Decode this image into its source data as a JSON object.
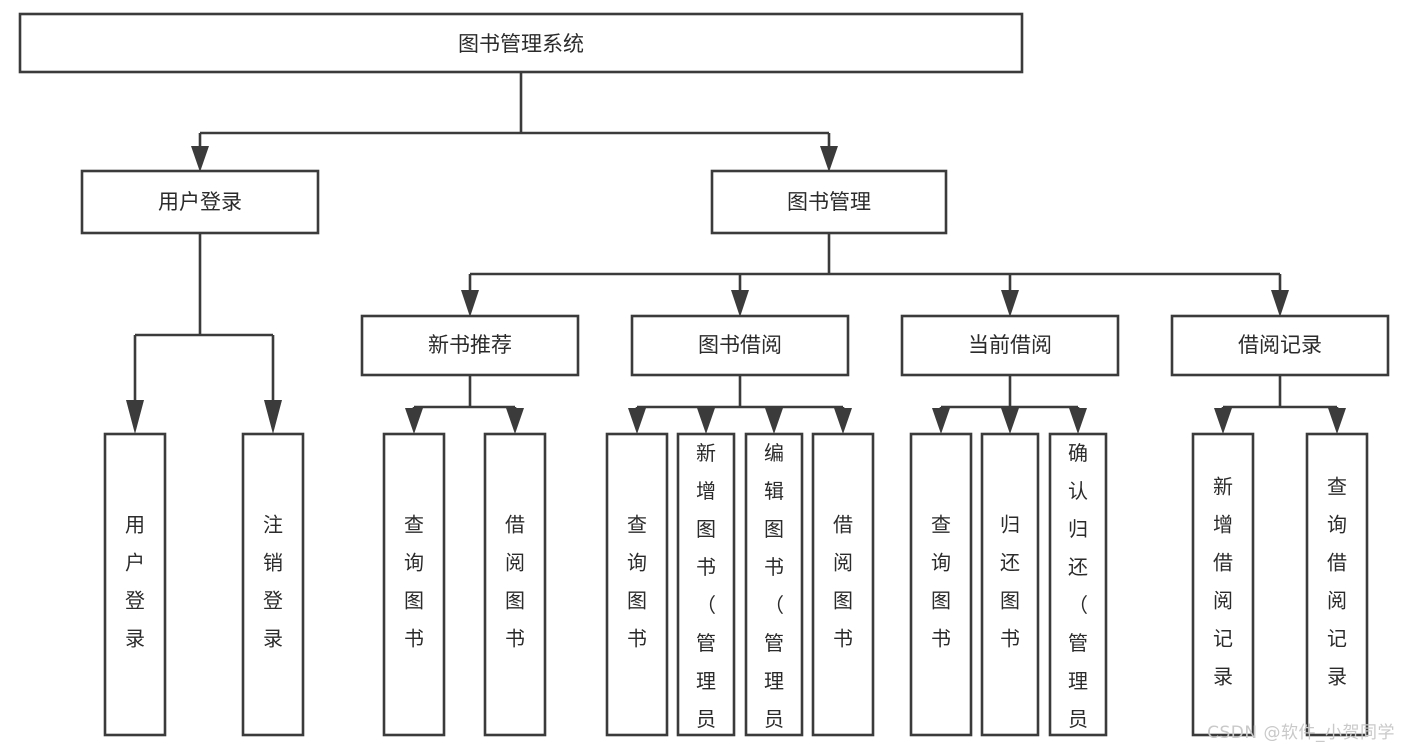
{
  "diagram": {
    "type": "tree",
    "orientation": "top-down",
    "title": "图书管理系统",
    "colors": {
      "box_stroke": "#3b3b3b",
      "box_fill": "#ffffff",
      "connector": "#3b3b3b",
      "text": "#2b2b2b",
      "background": "#ffffff",
      "watermark": "#c9c9c9"
    },
    "root": {
      "label": "图书管理系统",
      "text_orientation": "horizontal"
    },
    "level2": [
      {
        "label": "用户登录",
        "text_orientation": "horizontal"
      },
      {
        "label": "图书管理",
        "text_orientation": "horizontal"
      }
    ],
    "level3": [
      {
        "label": "新书推荐",
        "parent": "图书管理",
        "text_orientation": "horizontal"
      },
      {
        "label": "图书借阅",
        "parent": "图书管理",
        "text_orientation": "horizontal"
      },
      {
        "label": "当前借阅",
        "parent": "图书管理",
        "text_orientation": "horizontal"
      },
      {
        "label": "借阅记录",
        "parent": "图书管理",
        "text_orientation": "horizontal"
      }
    ],
    "leaves": {
      "用户登录": [
        {
          "label": "用户登录",
          "text_orientation": "vertical"
        },
        {
          "label": "注销登录",
          "text_orientation": "vertical"
        }
      ],
      "新书推荐": [
        {
          "label": "查询图书",
          "text_orientation": "vertical"
        },
        {
          "label": "借阅图书",
          "text_orientation": "vertical"
        }
      ],
      "图书借阅": [
        {
          "label": "查询图书",
          "text_orientation": "vertical"
        },
        {
          "label": "新增图书（管理员）",
          "text_orientation": "vertical"
        },
        {
          "label": "编辑图书（管理员）",
          "text_orientation": "vertical"
        },
        {
          "label": "借阅图书",
          "text_orientation": "vertical"
        }
      ],
      "当前借阅": [
        {
          "label": "查询图书",
          "text_orientation": "vertical"
        },
        {
          "label": "归还图书",
          "text_orientation": "vertical"
        },
        {
          "label": "确认归还（管理员）",
          "text_orientation": "vertical"
        }
      ],
      "借阅记录": [
        {
          "label": "新增借阅记录",
          "text_orientation": "vertical"
        },
        {
          "label": "查询借阅记录",
          "text_orientation": "vertical"
        }
      ]
    }
  },
  "watermark": {
    "text": "CSDN @软件_小贺同学"
  }
}
